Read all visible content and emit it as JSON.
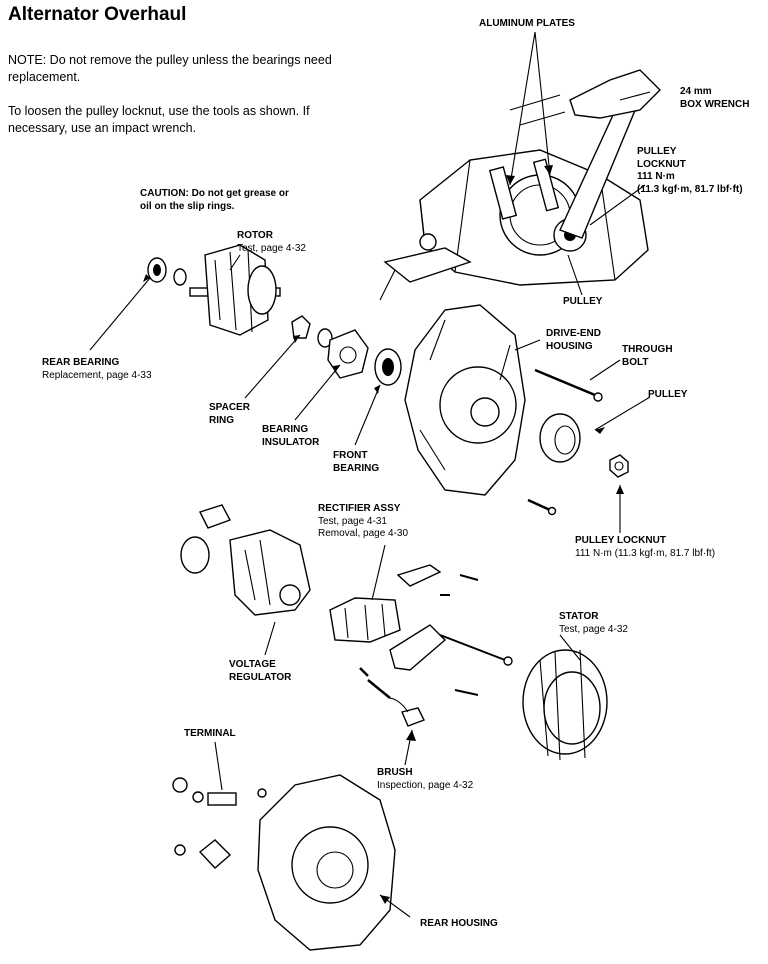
{
  "title": "Alternator Overhaul",
  "note1": "NOTE:  Do not remove the pulley unless the bearings need replacement.",
  "note2": "To loosen the pulley locknut, use the tools as shown. If necessary, use an impact wrench.",
  "labels": {
    "aluminum_plates": "ALUMINUM PLATES",
    "box_wrench_1": "24 mm",
    "box_wrench_2": "BOX WRENCH",
    "pulley_locknut_top_1": "PULLEY",
    "pulley_locknut_top_2": "LOCKNUT",
    "pulley_locknut_top_3": "111 N·m",
    "pulley_locknut_top_4": "(11.3 kgf·m, 81.7 lbf·ft)",
    "caution_1": "CAUTION:  Do not get grease or",
    "caution_2": "oil on the slip rings.",
    "rotor": "ROTOR",
    "rotor_sub": "Test, page 4-32",
    "pulley_top": "PULLEY",
    "rear_bearing": "REAR BEARING",
    "rear_bearing_sub": "Replacement, page 4-33",
    "drive_end_1": "DRIVE-END",
    "drive_end_2": "HOUSING",
    "through_1": "THROUGH",
    "through_2": "BOLT",
    "pulley_mid": "PULLEY",
    "spacer_1": "SPACER",
    "spacer_2": "RING",
    "bearing_ins_1": "BEARING",
    "bearing_ins_2": "INSULATOR",
    "front_1": "FRONT",
    "front_2": "BEARING",
    "rectifier": "RECTIFIER ASSY",
    "rectifier_sub1": "Test, page 4-31",
    "rectifier_sub2": "Removal, page 4-30",
    "pulley_locknut_bottom": "PULLEY LOCKNUT",
    "pulley_locknut_bottom_sub": "111 N·m (11.3 kgf·m, 81.7 lbf·ft)",
    "stator": "STATOR",
    "stator_sub": "Test, page 4-32",
    "voltage_1": "VOLTAGE",
    "voltage_2": "REGULATOR",
    "terminal": "TERMINAL",
    "brush": "BRUSH",
    "brush_sub": "Inspection, page 4-32",
    "rear_housing": "REAR HOUSING"
  }
}
